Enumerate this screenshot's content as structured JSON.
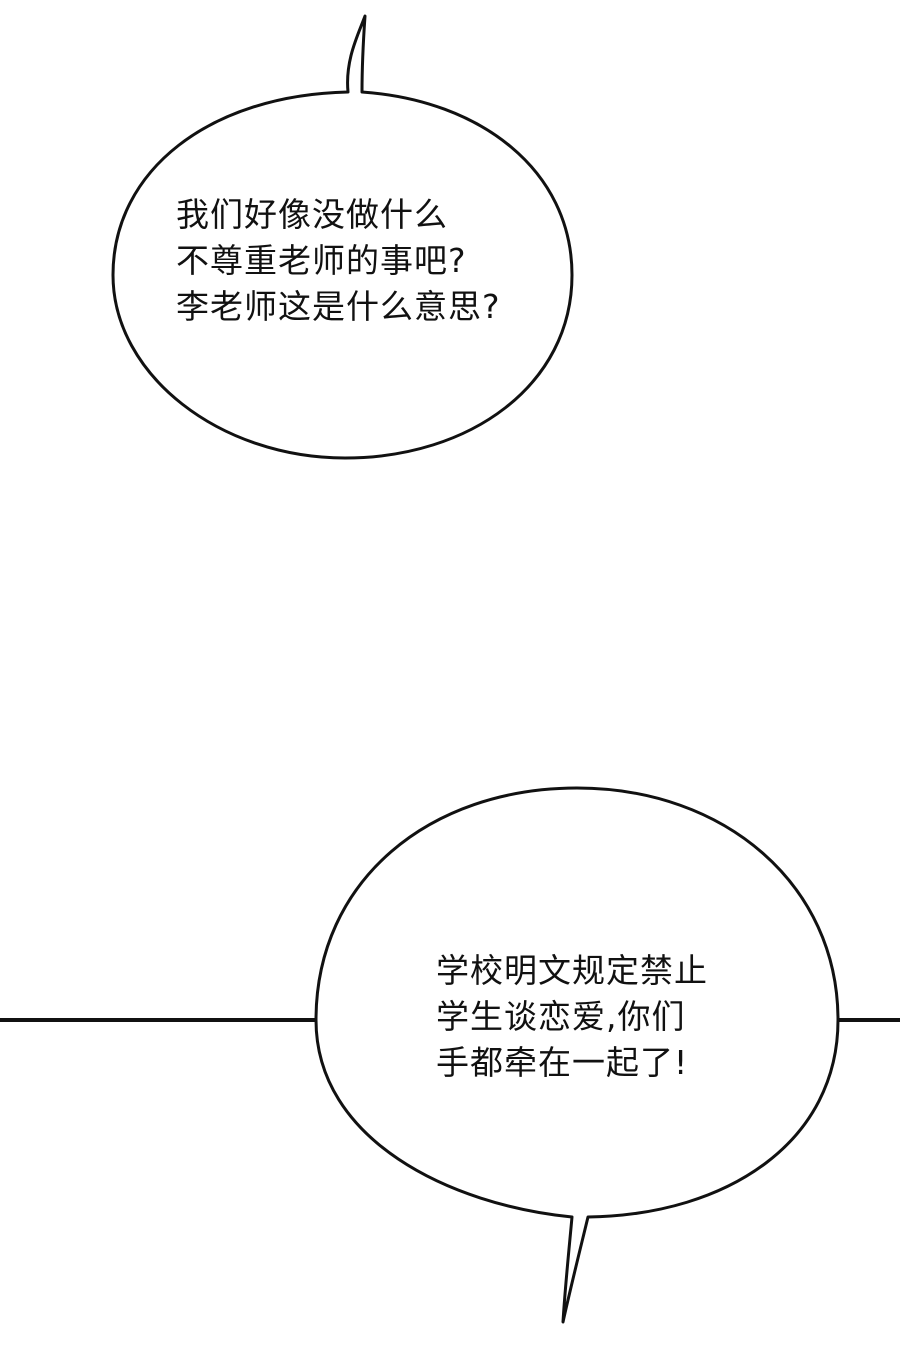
{
  "bubbles": [
    {
      "lines": [
        "我们好像没做什么",
        "不尊重老师的事吧?",
        "李老师这是什么意思?"
      ]
    },
    {
      "lines": [
        "学校明文规定禁止",
        "学生谈恋爱,你们",
        "手都牵在一起了!"
      ]
    }
  ],
  "colors": {
    "background": "#ffffff",
    "ink": "#111111"
  }
}
